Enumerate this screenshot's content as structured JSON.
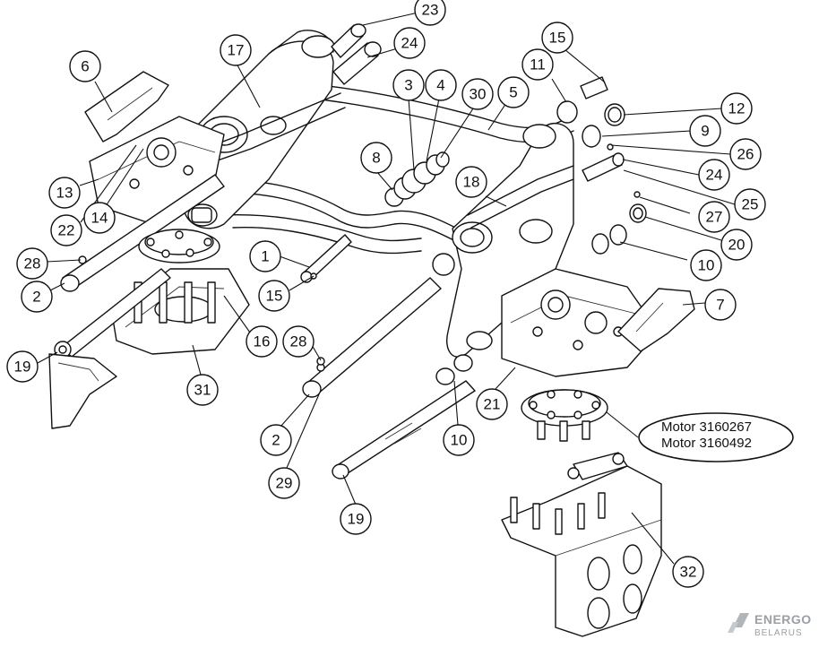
{
  "callouts": [
    {
      "label": "23"
    },
    {
      "label": "17"
    },
    {
      "label": "24"
    },
    {
      "label": "6"
    },
    {
      "label": "3"
    },
    {
      "label": "4"
    },
    {
      "label": "30"
    },
    {
      "label": "5"
    },
    {
      "label": "15"
    },
    {
      "label": "11"
    },
    {
      "label": "12"
    },
    {
      "label": "9"
    },
    {
      "label": "26"
    },
    {
      "label": "24"
    },
    {
      "label": "25"
    },
    {
      "label": "8"
    },
    {
      "label": "18"
    },
    {
      "label": "13"
    },
    {
      "label": "14"
    },
    {
      "label": "22"
    },
    {
      "label": "27"
    },
    {
      "label": "20"
    },
    {
      "label": "10"
    },
    {
      "label": "28"
    },
    {
      "label": "2"
    },
    {
      "label": "1"
    },
    {
      "label": "15"
    },
    {
      "label": "7"
    },
    {
      "label": "19"
    },
    {
      "label": "16"
    },
    {
      "label": "31"
    },
    {
      "label": "28"
    },
    {
      "label": "21"
    },
    {
      "label": "10"
    },
    {
      "label": "2"
    },
    {
      "label": "29"
    },
    {
      "label": "19"
    },
    {
      "label": "32"
    }
  ],
  "motor_note": {
    "line1": "Motor 3160267",
    "line2": "Motor 3160492"
  },
  "watermark": {
    "brand": "ENERGO",
    "sub": "BELARUS"
  }
}
